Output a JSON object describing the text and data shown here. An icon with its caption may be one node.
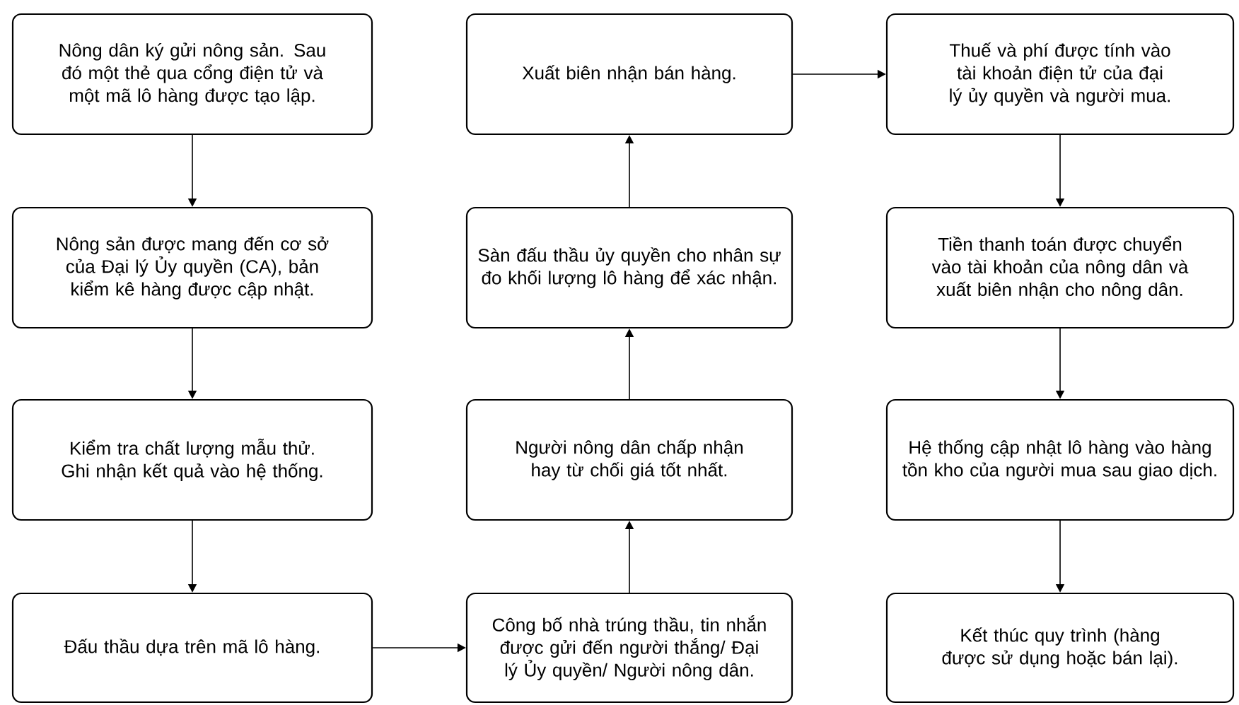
{
  "diagram": {
    "nodes": [
      {
        "text": [
          "Nông dân ký gửi nông sản. Sau đó một thẻ qua cổng điện tử và một mã lô hàng được tạo lập."
        ]
      },
      {
        "text": [
          "Nông sản được mang đến cơ sở của Đại lý Ủy quyền (CA), bản kiểm kê hàng được cập nhật."
        ]
      },
      {
        "text": [
          "Kiểm tra chất lượng mẫu thử. Ghi nhận kết quả vào hệ thống."
        ]
      },
      {
        "text": [
          "Đấu thầu dựa trên mã lô hàng."
        ]
      },
      {
        "text": [
          "Xuất biên nhận bán hàng."
        ]
      },
      {
        "text": [
          "Sàn đấu thầu ủy quyền cho nhân sự đo khối lượng lô hàng để xác nhận."
        ]
      },
      {
        "text": [
          "Người nông dân chấp nhận hay từ chối giá tốt nhất."
        ]
      },
      {
        "text": [
          "Công bố nhà trúng thầu, tin nhắn được gửi đến người thắng/ Đại lý Ủy quyền/ Người nông dân."
        ]
      },
      {
        "text": [
          "Thuế và phí được tính vào tài khoản điện tử của đại lý ủy quyền và người mua."
        ]
      },
      {
        "text": [
          "Tiền thanh toán được chuyển vào tài khoản của nông dân và xuất biên nhận cho nông dân."
        ]
      },
      {
        "text": [
          "Hệ thống cập nhật lô hàng vào hàng tồn kho của người mua sau giao dịch."
        ]
      },
      {
        "text": [
          "Kết thúc quy trình (hàng được sử dụng hoặc bán lại)."
        ]
      }
    ],
    "edges": [
      {
        "from": 0,
        "to": 1,
        "arrow": "to"
      },
      {
        "from": 1,
        "to": 2,
        "arrow": "to"
      },
      {
        "from": 2,
        "to": 3,
        "arrow": "to"
      },
      {
        "from": 3,
        "to": 7,
        "arrow": "to"
      },
      {
        "from": 7,
        "to": 6,
        "arrow": "to"
      },
      {
        "from": 6,
        "to": 5,
        "arrow": "to"
      },
      {
        "from": 5,
        "to": 4,
        "arrow": "to"
      },
      {
        "from": 4,
        "to": 8,
        "arrow": "to"
      },
      {
        "from": 8,
        "to": 9,
        "arrow": "to"
      },
      {
        "from": 9,
        "to": 10,
        "arrow": "to"
      },
      {
        "from": 10,
        "to": 11,
        "arrow": "to"
      }
    ]
  }
}
